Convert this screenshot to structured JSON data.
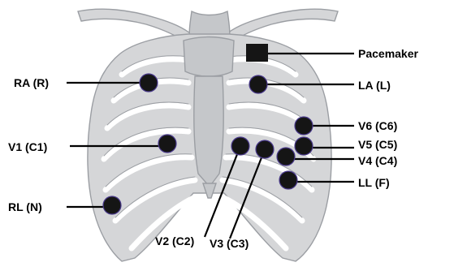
{
  "diagram": {
    "labels": {
      "pacemaker": "Pacemaker",
      "ra": "RA (R)",
      "la": "LA (L)",
      "v1": "V1 (C1)",
      "v6": "V6 (C6)",
      "v5": "V5 (C5)",
      "v4": "V4 (C4)",
      "ll": "LL (F)",
      "rl": "RL (N)",
      "v2": "V2 (C2)",
      "v3": "V3 (C3)"
    },
    "colors": {
      "bone": "#d5d6d8",
      "bone_outline": "#9b9ea3",
      "electrode": "#151515",
      "electrode_outline": "#4a3a8c",
      "leader": "#000000"
    }
  }
}
